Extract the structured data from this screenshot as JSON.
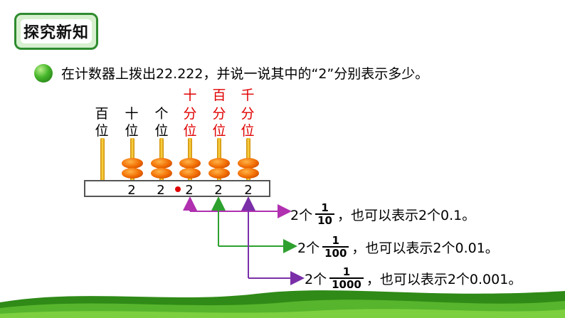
{
  "badge": {
    "title": "探究新知"
  },
  "instruction": "在计数器上拨出22.222，并说一说其中的“2”分别表示多少。",
  "place_labels": [
    {
      "top": "",
      "mid": "百",
      "bottom": "位",
      "color": "#000000"
    },
    {
      "top": "",
      "mid": "十",
      "bottom": "位",
      "color": "#000000"
    },
    {
      "top": "",
      "mid": "个",
      "bottom": "位",
      "color": "#000000"
    },
    {
      "top": "十",
      "mid": "分",
      "bottom": "位",
      "color": "#e00000"
    },
    {
      "top": "百",
      "mid": "分",
      "bottom": "位",
      "color": "#e00000"
    },
    {
      "top": "千",
      "mid": "分",
      "bottom": "位",
      "color": "#e00000"
    }
  ],
  "abacus": {
    "bead_counts": [
      0,
      2,
      2,
      2,
      2,
      2
    ],
    "digits": [
      "2",
      "2",
      "2",
      "2",
      "2"
    ]
  },
  "explanations": [
    {
      "prefix": "2个",
      "num": "1",
      "den": "10",
      "suffix": "，也可以表示2个0.1。",
      "arrow_color": "#b030b0"
    },
    {
      "prefix": "2个",
      "num": "1",
      "den": "100",
      "suffix": "，也可以表示2个0.01。",
      "arrow_color": "#2ea02e"
    },
    {
      "prefix": "2个",
      "num": "1",
      "den": "1000",
      "suffix": "，也可以表示2个0.001。",
      "arrow_color": "#7a2fa8"
    }
  ],
  "colors": {
    "badge_border": "#2e8b2e",
    "highlight_red": "#e00000",
    "hill_green": "#3c9a1f"
  }
}
